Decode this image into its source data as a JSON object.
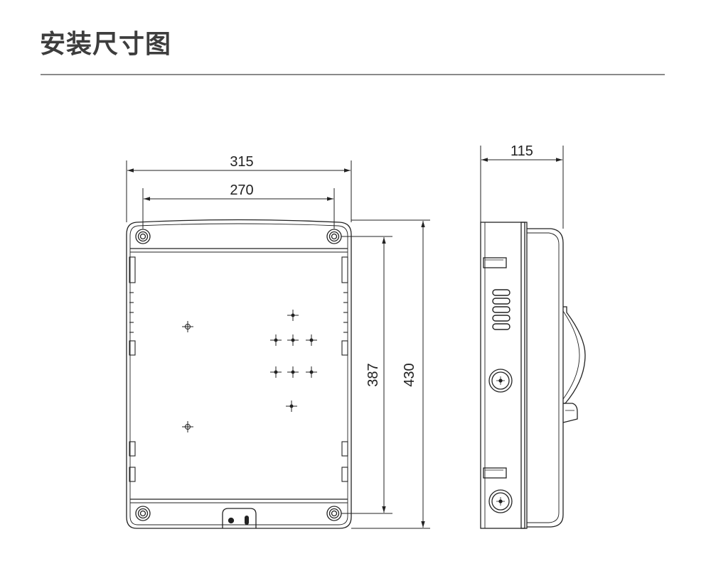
{
  "page": {
    "title": "安装尺寸图"
  },
  "dimensions": {
    "front_width": "315",
    "front_hole_span": "270",
    "front_hole_height": "387",
    "front_height": "430",
    "side_depth": "115"
  },
  "colors": {
    "line": "#222222",
    "title": "#3d3d3d",
    "rule": "#8a8a8a"
  }
}
